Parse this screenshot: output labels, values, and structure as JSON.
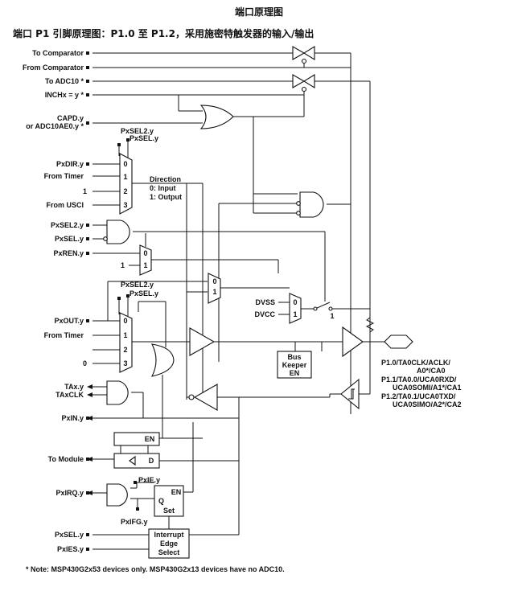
{
  "title": "端口原理图",
  "subtitle": "端口 P1 引脚原理图：P1.0 至 P1.2，采用施密特触发器的输入/输出",
  "signals": {
    "to_comparator": "To Comparator",
    "from_comparator": "From Comparator",
    "to_adc10": "To ADC10 *",
    "inchx": "INCHx = y *",
    "capd_1": "CAPD.y",
    "capd_2": "or ADC10AE0.y *",
    "pxsel2_a": "PxSEL2.y",
    "pxsel_a": "PxSEL.y",
    "pxdir": "PxDIR.y",
    "from_timer_a": "From Timer",
    "one_a": "1",
    "from_usci": "From USCI",
    "pxsel2_b": "PxSEL2.y",
    "pxsel_b": "PxSEL.y",
    "pxren": "PxREN.y",
    "one_b": "1",
    "pxsel2_c": "PxSEL2.y",
    "pxsel_c": "PxSEL.y",
    "pxout": "PxOUT.y",
    "from_timer_b": "From Timer",
    "zero_a": "0",
    "tax": "TAx.y",
    "taxclk": "TAxCLK",
    "pxin": "PxIN.y",
    "to_module": "To Module",
    "pxie": "PxIE.y",
    "pxirq": "PxIRQ.y",
    "pxifg": "PxIFG.y",
    "pxsel_d": "PxSEL.y",
    "pxies": "PxIES.y",
    "dvss": "DVSS",
    "dvcc": "DVCC",
    "switch_one": "1",
    "dir_1": "Direction",
    "dir_2": "0: Input",
    "dir_3": "1: Output",
    "mux0": "0",
    "mux1": "1",
    "mux2": "2",
    "mux3": "3",
    "en": "EN",
    "d": "D",
    "q": "Q",
    "set": "Set",
    "bus_1": "Bus",
    "bus_2": "Keeper",
    "bus_3": "EN",
    "ie_1": "Interrupt",
    "ie_2": "Edge",
    "ie_3": "Select"
  },
  "pin_labels": [
    "P1.0/TA0CLK/ACLK/",
    "A0*/CA0",
    "P1.1/TA0.0/UCA0RXD/",
    "UCA0SOMI/A1*/CA1",
    "P1.2/TA0.1/UCA0TXD/",
    "UCA0SIMO/A2*/CA2"
  ],
  "footnote": "* Note: MSP430G2x53 devices only. MSP430G2x13 devices have no ADC10."
}
